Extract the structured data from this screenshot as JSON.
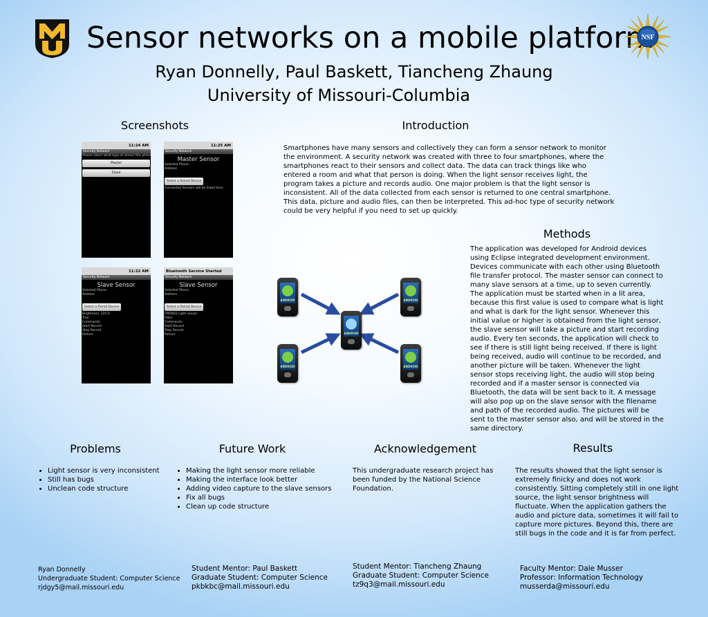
{
  "title": "Sensor networks on a mobile platform",
  "authors": "Ryan Donnelly, Paul Baskett, Tiancheng Zhaung",
  "university": "University of Missouri-Columbia",
  "mu_logo_text": "MU",
  "nsf_logo_text": "NSF",
  "screenshots": {
    "heading": "Screenshots",
    "s1": {
      "time": "11:24 AM",
      "app": "Security Network",
      "prompt": "Please select what type of sensor this phone will be",
      "btn1": "Master",
      "btn2": "Slave"
    },
    "s2": {
      "time": "11:25 AM",
      "app": "Security Network",
      "header": "Master Sensor",
      "l1": "Selected Phone",
      "l2": "Address",
      "button": "Select a Paired Device",
      "l3": "Connected Sensors will be listed here"
    },
    "s3": {
      "time": "11:22 AM",
      "app": "Security Network",
      "header": "Slave Sensor",
      "l1": "Selected Phone",
      "l2": "Address",
      "button": "Select a Paired Device",
      "lines": [
        "Brightness: 225.0",
        "True",
        "Commands:",
        "Start Record",
        "Stop Record",
        "Picture"
      ]
    },
    "s4": {
      "notice": "Bluetooth Service Started",
      "app": "Security Network",
      "header": "Slave Sensor",
      "l1": "Selected Phone",
      "l2": "Address",
      "button": "Select a Paired Device",
      "lines": [
        "CM3602 Light sensor",
        "False",
        "Commands:",
        "Start Record",
        "Stop Record",
        "Picture"
      ]
    }
  },
  "introduction": {
    "heading": "Introduction",
    "text": "Smartphones have many sensors and collectively they can form a sensor network to monitor the environment. A security network was created with three to four smartphones, where the smartphones react to their sensors and collect data. The data can track things like who entered a room and what that person is doing. When the light sensor receives light, the program takes a picture and records audio. One major problem is that the light sensor is inconsistent. All of the data collected from each sensor is returned to one central smartphone. This data, picture and audio files, can then be interpreted. This ad-hoc type of security network could be very helpful if you need to set up quickly."
  },
  "diagram": {
    "phone_label": "ANDROID"
  },
  "methods": {
    "heading": "Methods",
    "text": "The application was developed for Android devices using Eclipse integrated development environment. Devices communicate with each other using Bluetooth file transfer protocol. The master sensor can connect to many slave sensors at a time, up to seven currently. The application must be started when in a lit area, because this first value is used to compare what is light and what is dark for the light sensor. Whenever this initial value or higher is obtained from the light sensor, the slave sensor will take a picture and start recording audio. Every ten seconds, the application will check to see if there is still light being received. If there is light being received, audio will continue to be recorded, and another picture will be taken. Whenever the light sensor stops receiving light, the audio will stop being recorded and if a master sensor is connected via Bluetooth, the data will be sent back to it. A message will also pop up on the slave sensor with the filename and path of the recorded audio. The pictures will be sent to the master sensor also, and will be stored in the same directory."
  },
  "problems": {
    "heading": "Problems",
    "items": [
      "Light sensor is very inconsistent",
      "Still has bugs",
      "Unclean code structure"
    ]
  },
  "future_work": {
    "heading": "Future Work",
    "items": [
      "Making the light sensor more reliable",
      "Making the interface look better",
      "Adding video capture to the slave sensors",
      "Fix all bugs",
      "Clean up code structure"
    ]
  },
  "acknowledgement": {
    "heading": "Acknowledgement",
    "text": "This undergraduate research project has been funded by the National Science Foundation."
  },
  "results": {
    "heading": "Results",
    "text": "The results showed that the light sensor is extremely finicky and does not work consistently. Sitting completely still in one light source, the light sensor brightness will fluctuate. When the application gathers the audio and picture data, sometimes it will fail to capture more pictures. Beyond this, there are still bugs in the code and it is far from perfect."
  },
  "contacts": [
    {
      "name": "Ryan Donnelly",
      "role": "Undergraduate Student: Computer Science",
      "email": "rjdgy5@mail.missouri.edu"
    },
    {
      "name": "Student Mentor: Paul Baskett",
      "role": "Graduate Student: Computer Science",
      "email": "pkbkbc@mail.missouri.edu"
    },
    {
      "name": "Student Mentor: Tiancheng Zhaung",
      "role": "Graduate Student: Computer Science",
      "email": "tz9q3@mail.missouri.edu"
    },
    {
      "name": "Faculty Mentor: Dale Musser",
      "role": "Professor: Information Technology",
      "email": "musserda@missouri.edu"
    }
  ],
  "colors": {
    "mu_gold": "#f1b82d",
    "arrow_blue": "#2a4c9e",
    "nsf_blue": "#1a4f9c"
  }
}
